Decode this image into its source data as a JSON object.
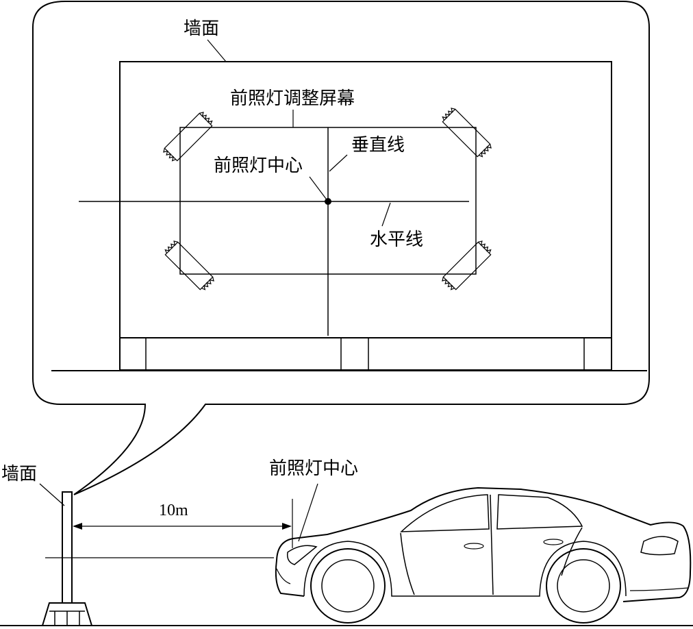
{
  "labels": {
    "wall_top": "墙面",
    "screen": "前照灯调整屏幕",
    "vertical_line": "垂直线",
    "headlight_center_top": "前照灯中心",
    "horizontal_line": "水平线",
    "wall_bottom": "墙面",
    "headlight_center_bottom": "前照灯中心",
    "distance": "10m"
  },
  "icons": [
    "clamp-icon",
    "car-icon",
    "wall-post-icon"
  ]
}
